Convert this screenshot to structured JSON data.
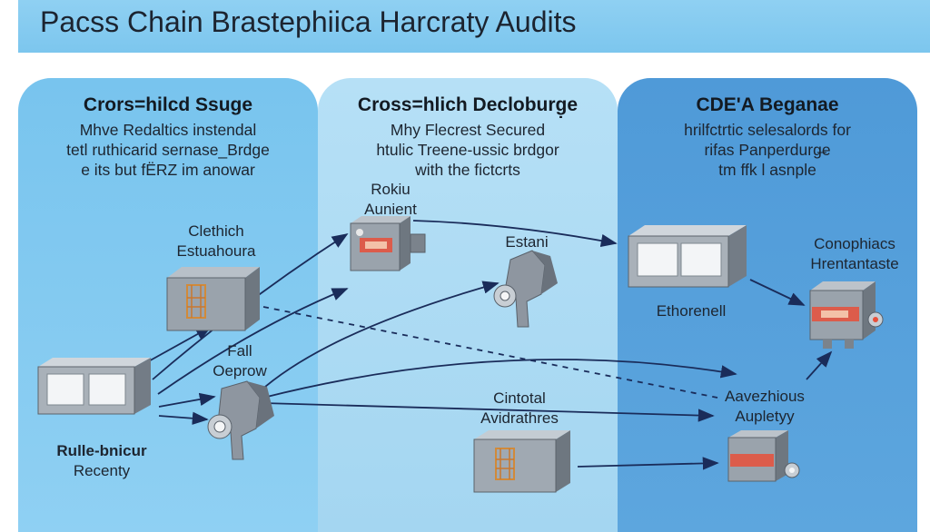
{
  "title": "Pacss Chain Brastephiica Harcraty Audits",
  "colors": {
    "title_bar": "#8fd0f2",
    "panel_left": "#78c4ee",
    "panel_mid": "#b6e0f6",
    "panel_right": "#4f9ad8",
    "arrow": "#1a2c5a",
    "device_gray": "#8e96a0",
    "device_accent": "#e8503a"
  },
  "panels": [
    {
      "heading": "Crors=hilcd Ssuge",
      "desc": [
        "Mhve Redaltics instendal",
        "tetl ruthicarid sernase_Brdge",
        "e its but fËRZ im anowar"
      ]
    },
    {
      "heading": "Cross=hlich Decloburg̣e",
      "desc": [
        "Mhy Flecrest Secured",
        "htulic Treene-ussic brdgor",
        "with the fictcrts"
      ]
    },
    {
      "heading": "CDE'A Beganae",
      "desc": [
        "hrilfctrtic selesalords for",
        "rifas Panperdurg̶e",
        "tm ffk l asnple"
      ]
    }
  ],
  "labels": {
    "clethich": [
      "Clethich",
      "Estuahoura"
    ],
    "rokiu": [
      "Rokiu",
      "Aunient"
    ],
    "estani": [
      "Estani"
    ],
    "fall": [
      "Fall",
      "Oeprow"
    ],
    "rulle": [
      "Rulle-bnicur",
      "Recenty"
    ],
    "cintotal": [
      "Cintotal",
      "Avidrathres"
    ],
    "ethorenell": [
      "Ethorenell"
    ],
    "conophiacs": [
      "Conophiacs",
      "Hrentantaste"
    ],
    "aavezhious": [
      "Aavezhious",
      "Aupletyy"
    ]
  },
  "icons": [
    "server-box-icon",
    "processor-unit-icon",
    "camera-mount-icon",
    "display-unit-icon"
  ]
}
